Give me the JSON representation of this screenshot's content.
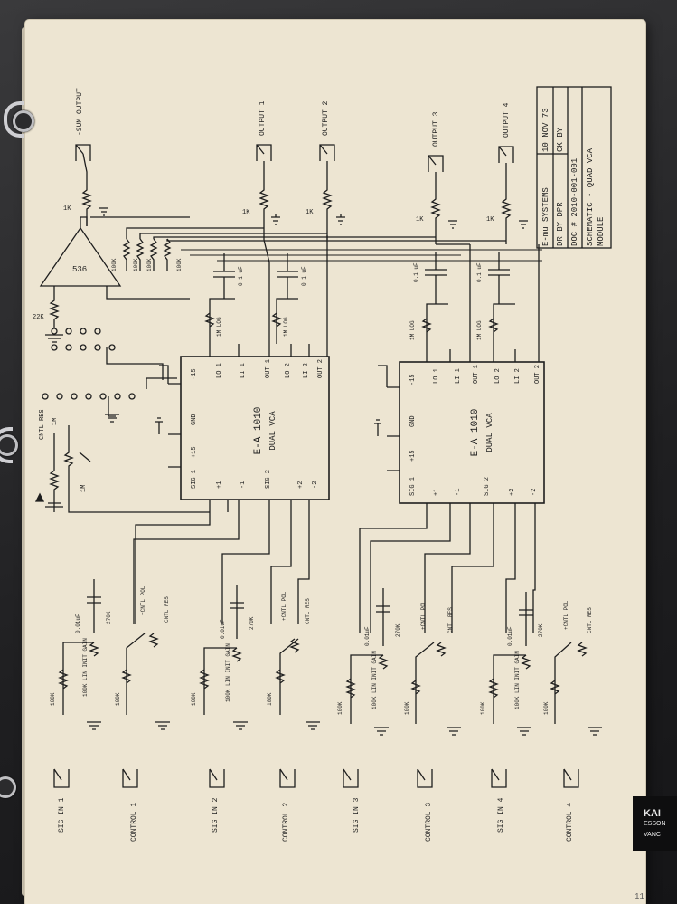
{
  "title_block": {
    "company": "E-mu SYSTEMS",
    "date": "10 NOV 73",
    "drawn_by": "DR BY DPR",
    "checked_by": "CK BY",
    "doc_number": "DOC # 2010-001-001",
    "title_line1": "SCHEMATIC - QUAD VCA",
    "title_line2": "MODULE"
  },
  "outputs": {
    "sum": "-SUM OUTPUT",
    "out1": "OUTPUT 1",
    "out2": "OUTPUT 2",
    "out3": "OUTPUT 3",
    "out4": "OUTPUT 4"
  },
  "chips": {
    "a": {
      "name": "E-A 1010",
      "sub": "DUAL VCA"
    },
    "b": {
      "name": "E-A 1010",
      "sub": "DUAL VCA"
    }
  },
  "opamp": "536",
  "labels": {
    "cntl_res": "CNTL RES",
    "r_1m": "1M",
    "r_22k": "22K",
    "r_1k": "1K",
    "r_100k": "100K",
    "r_270k": "270K",
    "cap_001": "0.01uF",
    "cap_01": "0.1 uF",
    "gnd": "GND",
    "p15": "+15",
    "m15": "-15",
    "lag_1m_log": "1M LOG",
    "init_gain": "100K LIN INIT GAIN",
    "cntl_pol": "+CNTL POL",
    "cntl_res_n": "CNTL RES"
  },
  "inputs": [
    {
      "sig": "SIG IN 1",
      "ctl": "CONTROL 1"
    },
    {
      "sig": "SIG IN 2",
      "ctl": "CONTROL 2"
    },
    {
      "sig": "SIG IN 3",
      "ctl": "CONTROL 3"
    },
    {
      "sig": "SIG IN 4",
      "ctl": "CONTROL 4"
    }
  ],
  "scrap_text": {
    "brand": "KAI",
    "sub1": "ESSON",
    "sub2": "VANC"
  },
  "corner_mark": "11"
}
